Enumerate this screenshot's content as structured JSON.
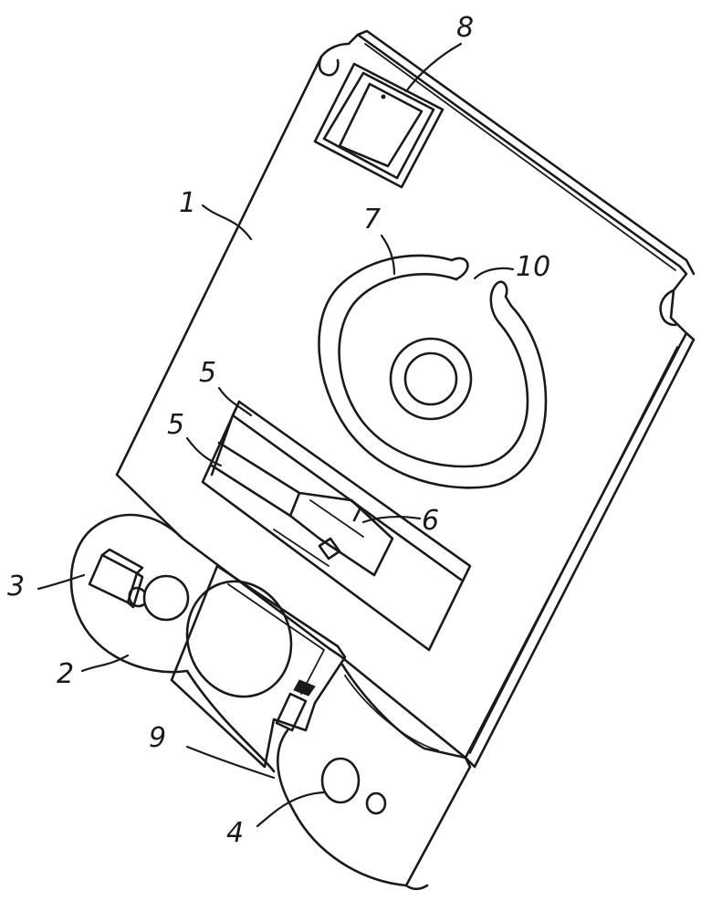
{
  "diagram": {
    "labels": {
      "l1": "1",
      "l2": "2",
      "l3": "3",
      "l4": "4",
      "l5a": "5",
      "l5b": "5",
      "l6": "6",
      "l7": "7",
      "l8": "8",
      "l9": "9",
      "l10": "10"
    }
  }
}
